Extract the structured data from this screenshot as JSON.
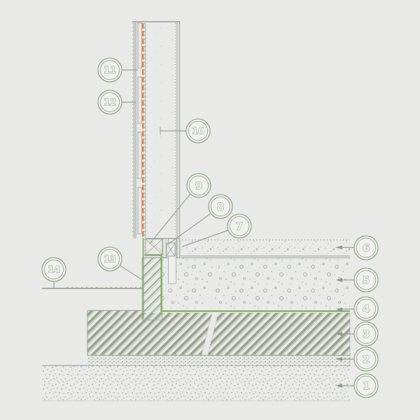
{
  "diagram": {
    "kind": "construction-section-detail",
    "callouts": [
      {
        "label": "1"
      },
      {
        "label": "2"
      },
      {
        "label": "3"
      },
      {
        "label": "4"
      },
      {
        "label": "5"
      },
      {
        "label": "6"
      },
      {
        "label": "7"
      },
      {
        "label": "8"
      },
      {
        "label": "9"
      },
      {
        "label": "10"
      },
      {
        "label": "11"
      },
      {
        "label": "12"
      },
      {
        "label": "13"
      },
      {
        "label": "14"
      }
    ],
    "colors": {
      "background": "#e9eae7",
      "line_gray": "#9aa097",
      "accent_green": "#7dad5f",
      "accent_orange": "#e57d4b"
    }
  }
}
